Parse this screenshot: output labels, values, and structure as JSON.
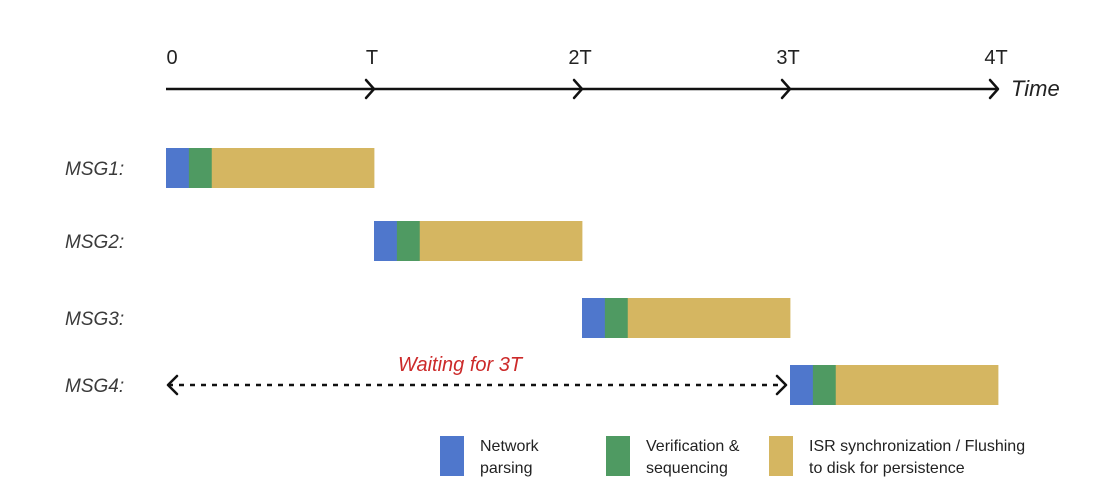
{
  "timeline": {
    "ticks": [
      "0",
      "T",
      "2T",
      "3T",
      "4T"
    ],
    "axis_title": "Time"
  },
  "messages": [
    {
      "label": "MSG1:",
      "start": 0,
      "segments": [
        0.11,
        0.11,
        0.78
      ]
    },
    {
      "label": "MSG2:",
      "start": 1,
      "segments": [
        0.11,
        0.11,
        0.78
      ]
    },
    {
      "label": "MSG3:",
      "start": 2,
      "segments": [
        0.11,
        0.11,
        0.78
      ]
    },
    {
      "label": "MSG4:",
      "start": 3,
      "segments": [
        0.11,
        0.11,
        0.78
      ]
    }
  ],
  "wait": {
    "label": "Waiting for 3T",
    "from": 0,
    "to": 3,
    "color": "#cc2a2a"
  },
  "legend": [
    {
      "color": "#4f77cc",
      "lines": [
        "Network",
        "parsing"
      ]
    },
    {
      "color": "#4f9a62",
      "lines": [
        "Verification &",
        "sequencing"
      ]
    },
    {
      "color": "#d5b661",
      "lines": [
        "ISR synchronization / Flushing",
        "to disk for persistence"
      ]
    }
  ],
  "colors": {
    "axis": "#111111",
    "network": "#4f77cc",
    "verification": "#4f9a62",
    "persistence": "#d5b661"
  }
}
